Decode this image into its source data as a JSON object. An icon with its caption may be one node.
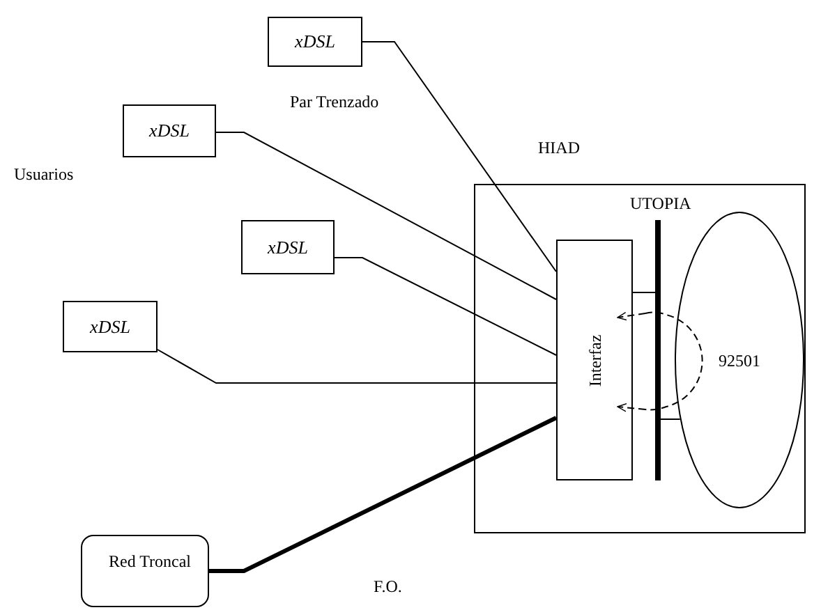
{
  "diagram": {
    "nodes": [
      {
        "text": [
          "HIAD"
        ]
      },
      {
        "text": [
          "Interfaz"
        ],
        "in": 0
      },
      {
        "text": [
          "UTOPIA"
        ],
        "in": 0
      },
      {
        "text": [
          "92501"
        ],
        "in": 0
      },
      {
        "text": [
          "xDSL"
        ]
      },
      {
        "text": [
          "xDSL"
        ]
      },
      {
        "text": [
          "xDSL"
        ]
      },
      {
        "text": [
          "xDSL"
        ]
      },
      {
        "text": [
          "Red Troncal"
        ]
      }
    ],
    "edges": [
      {
        "from": 4,
        "to": 1,
        "arrow": "none"
      },
      {
        "from": 5,
        "to": 1,
        "arrow": "none"
      },
      {
        "from": 6,
        "to": 1,
        "arrow": "none"
      },
      {
        "from": 7,
        "to": 1,
        "arrow": "none"
      },
      {
        "from": 8,
        "to": 1,
        "arrow": "none",
        "style": "thick"
      },
      {
        "from": 1,
        "to": 2,
        "arrow": "none"
      },
      {
        "from": 2,
        "to": 3,
        "arrow": "none"
      }
    ],
    "labels": [
      "Par Trenzado",
      "Usuarios",
      "F.O."
    ]
  }
}
